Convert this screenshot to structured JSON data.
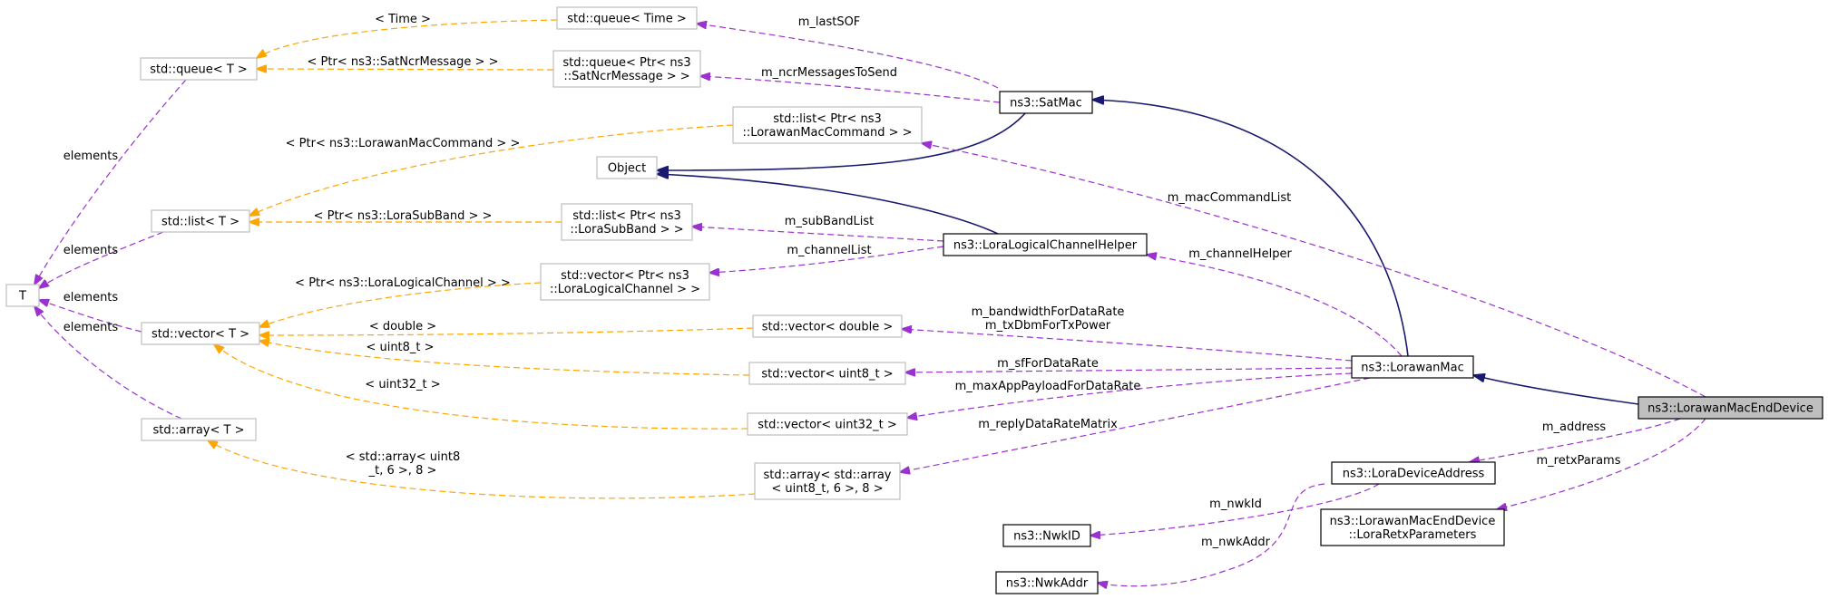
{
  "colors": {
    "inheritance": "#191970",
    "member": "#9a32cd",
    "template": "#ffa500",
    "node_border_solid": "#000000",
    "node_border_grey": "#bfbfbf",
    "highlight_fill": "#bfbfbf"
  },
  "nodes": {
    "T": [
      "T"
    ],
    "std_queue_T": [
      "std::queue< T >"
    ],
    "std_queue_Time": [
      "std::queue< Time >"
    ],
    "std_queue_ncr": [
      "std::queue< Ptr< ns3",
      "::SatNcrMessage > >"
    ],
    "std_list_T": [
      "std::list< T >"
    ],
    "std_list_maccmd": [
      "std::list< Ptr< ns3",
      "::LorawanMacCommand > >"
    ],
    "object": [
      "Object"
    ],
    "std_list_subband": [
      "std::list< Ptr< ns3",
      "::LoraSubBand > >"
    ],
    "std_vector_T": [
      "std::vector< T >"
    ],
    "std_vector_chan": [
      "std::vector< Ptr< ns3",
      "::LoraLogicalChannel > >"
    ],
    "std_vector_double": [
      "std::vector< double >"
    ],
    "std_vector_uint8": [
      "std::vector< uint8_t >"
    ],
    "std_vector_uint32": [
      "std::vector< uint32_t >"
    ],
    "std_array_T": [
      "std::array< T >"
    ],
    "std_array_array": [
      "std::array< std::array",
      "< uint8_t, 6 >, 8 >"
    ],
    "sat_mac": [
      "ns3::SatMac"
    ],
    "lora_lch_helper": [
      "ns3::LoraLogicalChannelHelper"
    ],
    "lorawan_mac": [
      "ns3::LorawanMac"
    ],
    "lorawan_mac_end_device": [
      "ns3::LorawanMacEndDevice"
    ],
    "lora_device_address": [
      "ns3::LoraDeviceAddress"
    ],
    "nwk_id": [
      "ns3::NwkID"
    ],
    "nwk_addr": [
      "ns3::NwkAddr"
    ],
    "retx_params": [
      "ns3::LorawanMacEndDevice",
      "::LoraRetxParameters"
    ]
  },
  "edge_labels": {
    "time": "< Time >",
    "ptr_ncr": "< Ptr< ns3::SatNcrMessage > >",
    "ptr_maccmd": "< Ptr< ns3::LorawanMacCommand > >",
    "ptr_subband": "< Ptr< ns3::LoraSubBand > >",
    "ptr_chan": "< Ptr< ns3::LoraLogicalChannel > >",
    "double": "< double >",
    "uint8": "< uint8_t >",
    "uint32": "< uint32_t >",
    "array_inner": [
      "< std::array< uint8",
      "_t, 6 >, 8 >"
    ],
    "elements_queue": "elements",
    "elements_list": "elements",
    "elements_vector": "elements",
    "elements_array": "elements",
    "m_lastSOF": "m_lastSOF",
    "m_ncrMessagesToSend": "m_ncrMessagesToSend",
    "m_macCommandList": "m_macCommandList",
    "m_subBandList": "m_subBandList",
    "m_channelList": "m_channelList",
    "m_channelHelper": "m_channelHelper",
    "m_bandwidth": [
      "m_bandwidthForDataRate",
      "m_txDbmForTxPower"
    ],
    "m_sfForDataRate": "m_sfForDataRate",
    "m_maxAppPayload": "m_maxAppPayloadForDataRate",
    "m_replyDataRateMatrix": "m_replyDataRateMatrix",
    "m_address": "m_address",
    "m_retxParams": "m_retxParams",
    "m_nwkId": "m_nwkId",
    "m_nwkAddr": "m_nwkAddr"
  }
}
